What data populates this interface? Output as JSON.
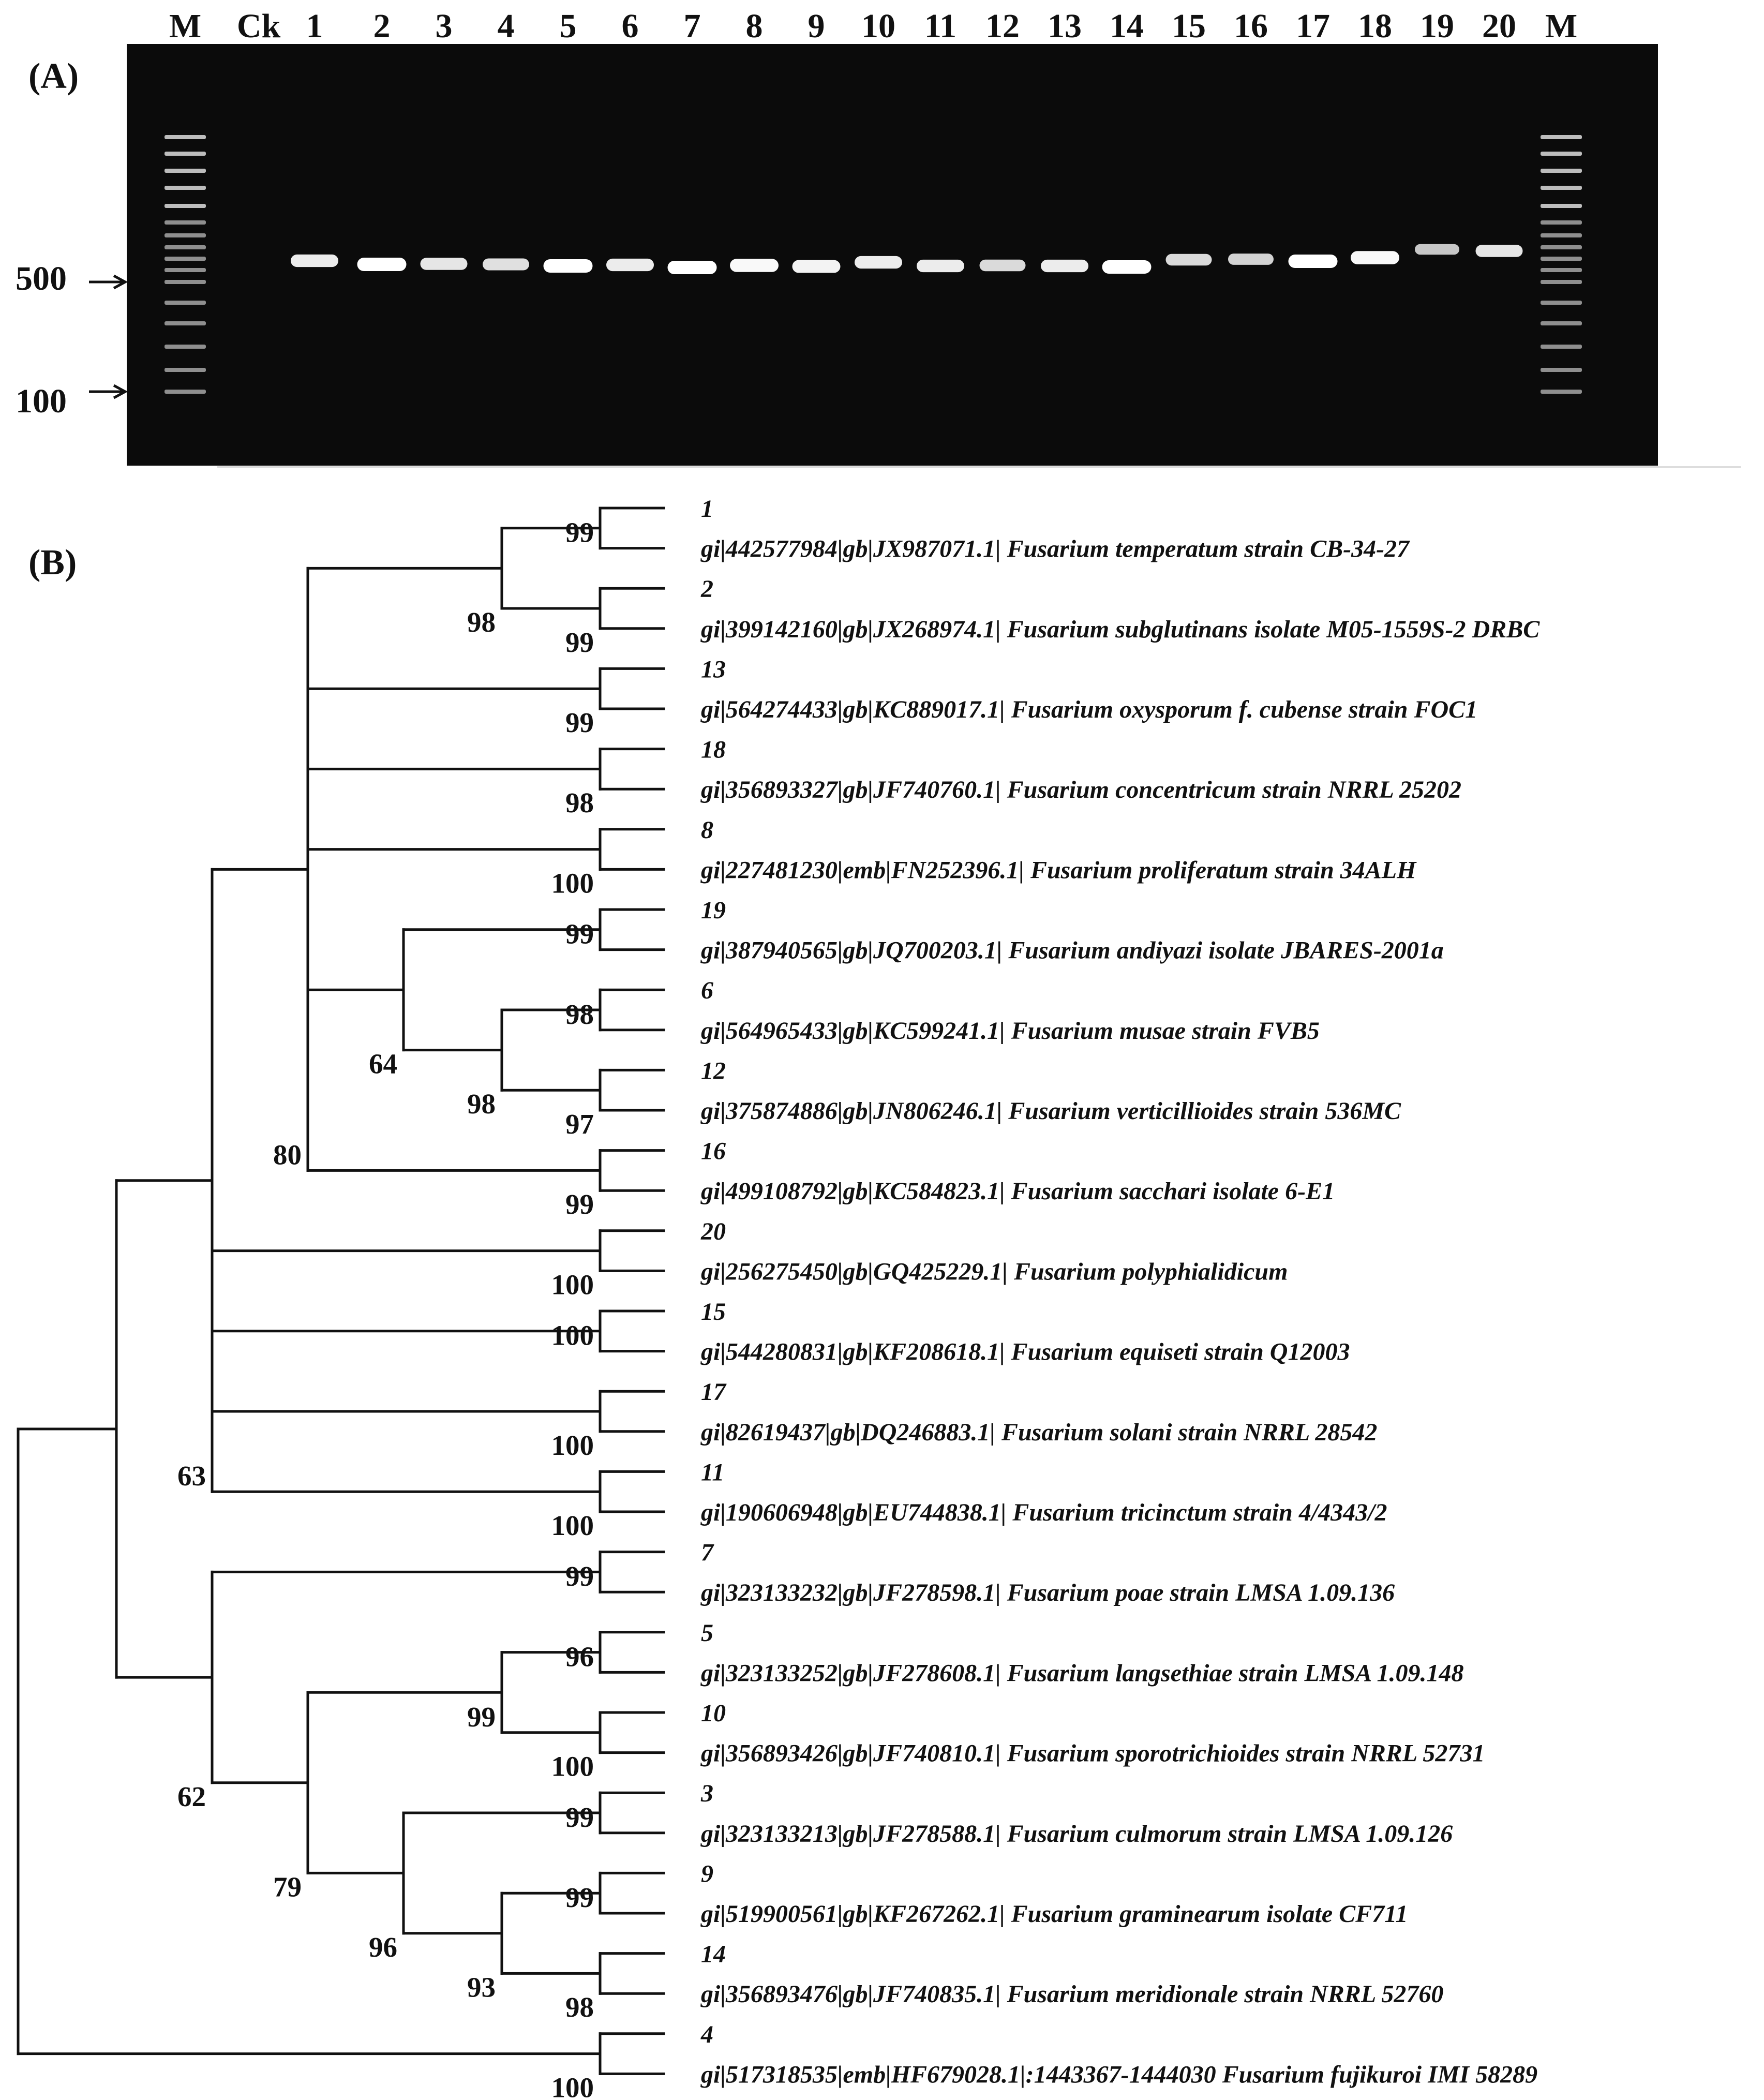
{
  "panel_a": {
    "label": "(A)",
    "lane_labels": [
      "M",
      "Ck",
      "1",
      "2",
      "3",
      "4",
      "5",
      "6",
      "7",
      "8",
      "9",
      "10",
      "11",
      "12",
      "13",
      "14",
      "15",
      "16",
      "17",
      "18",
      "19",
      "20",
      "M"
    ],
    "size_markers": [
      {
        "text": "500"
      },
      {
        "text": "100"
      }
    ],
    "band_intensity": [
      0.85,
      1.0,
      0.8,
      0.75,
      1.0,
      0.85,
      1.0,
      0.95,
      0.9,
      0.85,
      0.85,
      0.7,
      0.85,
      1.0,
      0.7,
      0.65,
      1.0,
      0.95,
      0.55,
      0.8
    ]
  },
  "panel_b": {
    "label": "(B)",
    "taxa": [
      {
        "label": "1"
      },
      {
        "label": "gi|442577984|gb|JX987071.1| Fusarium temperatum strain CB-34-27"
      },
      {
        "label": "2"
      },
      {
        "label": "gi|399142160|gb|JX268974.1| Fusarium subglutinans isolate M05-1559S-2 DRBC"
      },
      {
        "label": "13"
      },
      {
        "label": "gi|564274433|gb|KC889017.1| Fusarium oxysporum f. cubense strain FOC1"
      },
      {
        "label": "18"
      },
      {
        "label": "gi|356893327|gb|JF740760.1| Fusarium concentricum strain NRRL 25202"
      },
      {
        "label": "8"
      },
      {
        "label": "gi|227481230|emb|FN252396.1| Fusarium proliferatum strain 34ALH"
      },
      {
        "label": "19"
      },
      {
        "label": "gi|387940565|gb|JQ700203.1| Fusarium andiyazi isolate JBARES-2001a"
      },
      {
        "label": "6"
      },
      {
        "label": "gi|564965433|gb|KC599241.1| Fusarium musae strain FVB5"
      },
      {
        "label": "12"
      },
      {
        "label": "gi|375874886|gb|JN806246.1| Fusarium verticillioides strain 536MC"
      },
      {
        "label": "16"
      },
      {
        "label": "gi|499108792|gb|KC584823.1| Fusarium sacchari isolate 6-E1"
      },
      {
        "label": "20"
      },
      {
        "label": "gi|256275450|gb|GQ425229.1| Fusarium polyphialidicum"
      },
      {
        "label": "15"
      },
      {
        "label": "gi|544280831|gb|KF208618.1| Fusarium equiseti strain Q12003"
      },
      {
        "label": "17"
      },
      {
        "label": "gi|82619437|gb|DQ246883.1| Fusarium solani strain NRRL 28542"
      },
      {
        "label": "11"
      },
      {
        "label": "gi|190606948|gb|EU744838.1| Fusarium tricinctum strain 4/4343/2"
      },
      {
        "label": "7"
      },
      {
        "label": "gi|323133232|gb|JF278598.1| Fusarium poae strain LMSA 1.09.136"
      },
      {
        "label": "5"
      },
      {
        "label": "gi|323133252|gb|JF278608.1| Fusarium langsethiae strain LMSA 1.09.148"
      },
      {
        "label": "10"
      },
      {
        "label": "gi|356893426|gb|JF740810.1| Fusarium sporotrichioides strain NRRL 52731"
      },
      {
        "label": "3"
      },
      {
        "label": "gi|323133213|gb|JF278588.1| Fusarium culmorum strain LMSA 1.09.126"
      },
      {
        "label": "9"
      },
      {
        "label": "gi|519900561|gb|KF267262.1| Fusarium graminearum isolate CF711"
      },
      {
        "label": "14"
      },
      {
        "label": "gi|356893476|gb|JF740835.1| Fusarium meridionale strain NRRL 52760"
      },
      {
        "label": "4"
      },
      {
        "label": "gi|517318535|emb|HF679028.1|:1443367-1444030 Fusarium fujikuroi IMI 58289"
      }
    ],
    "bootstrap_values": [
      "99",
      "98",
      "99",
      "99",
      "98",
      "100",
      "80",
      "99",
      "64",
      "98",
      "98",
      "97",
      "99",
      "63",
      "100",
      "100",
      "100",
      "100",
      "99",
      "96",
      "99",
      "100",
      "62",
      "79",
      "99",
      "96",
      "99",
      "93",
      "98",
      "100"
    ]
  }
}
